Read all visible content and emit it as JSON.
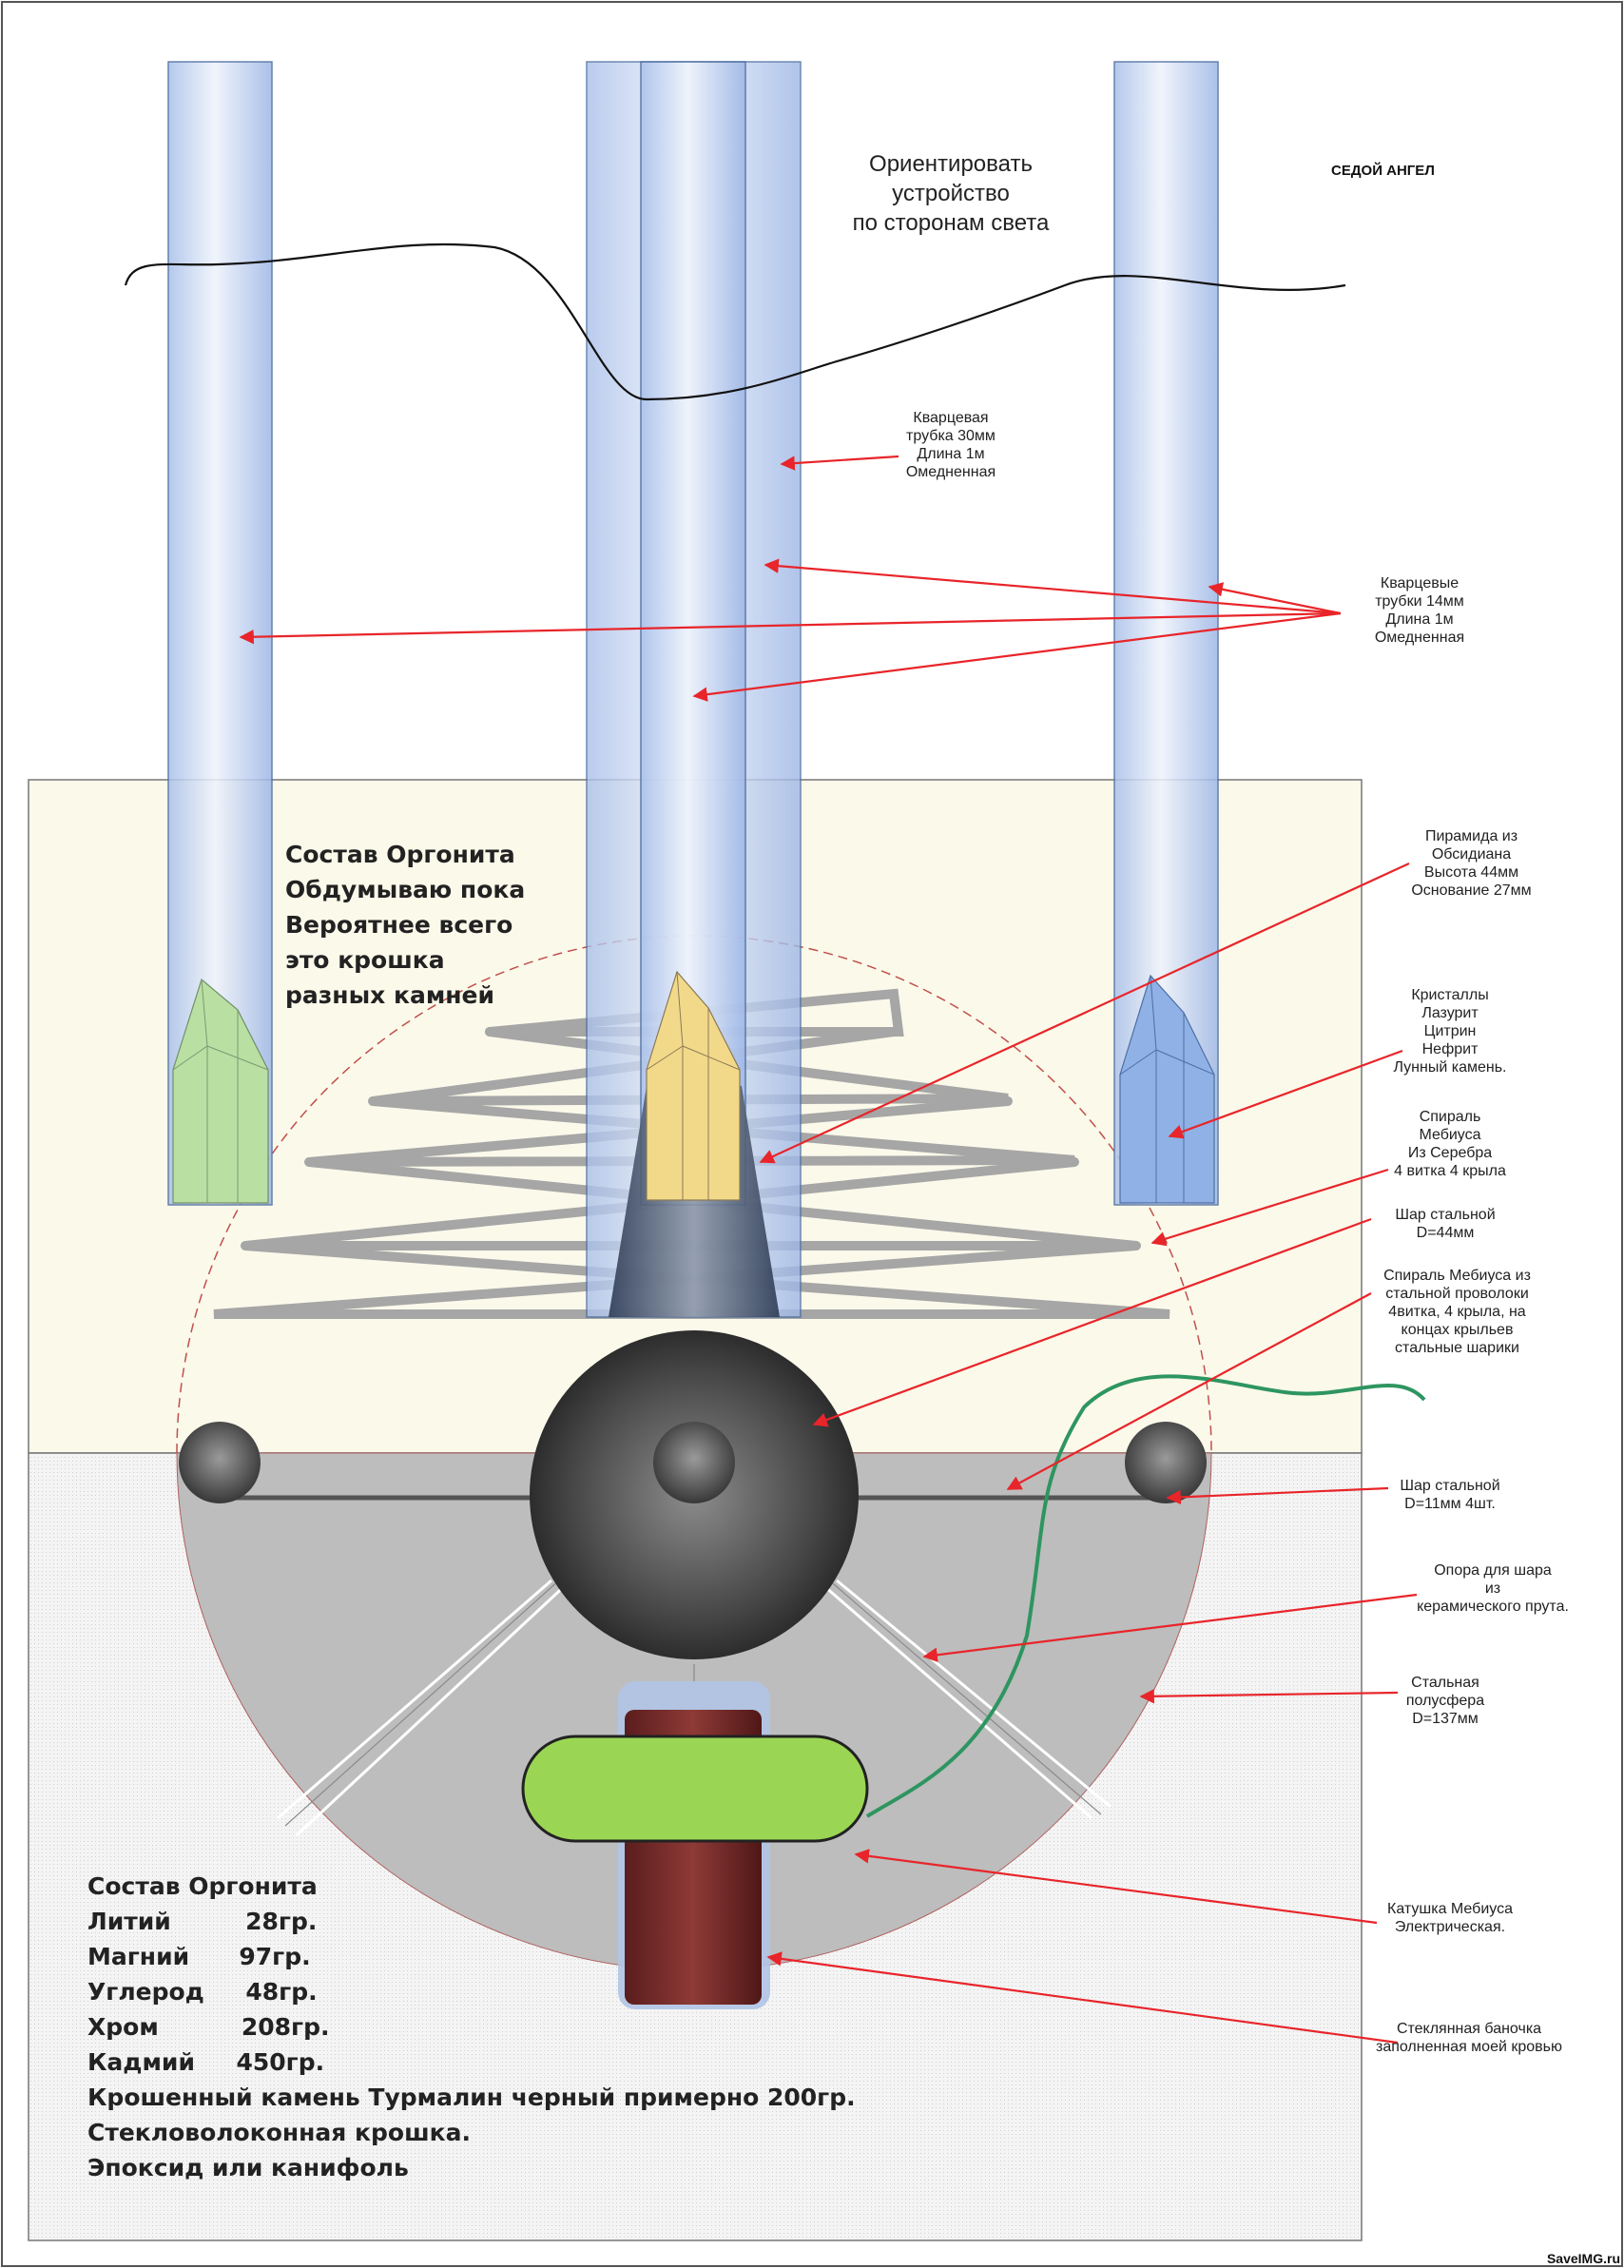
{
  "header": {
    "orientation_note": [
      "Ориентировать",
      "устройство",
      "по сторонам света"
    ],
    "author": "СЕДОЙ АНГЕЛ"
  },
  "labels": {
    "quartz_30": [
      "Кварцевая",
      "трубка 30мм",
      "Длина 1м",
      "Омедненная"
    ],
    "quartz_14": [
      "Кварцевые",
      "трубки 14мм",
      "Длина 1м",
      "Омедненная"
    ],
    "pyramid": [
      "Пирамида из",
      "Обсидиана",
      "Высота 44мм",
      "Основание 27мм"
    ],
    "crystals": [
      "Кристаллы",
      "Лазурит",
      "Цитрин",
      "Нефрит",
      "Лунный камень."
    ],
    "spiral_silver": [
      "Спираль",
      "Мебиуса",
      "Из Серебра",
      "4 витка 4 крыла"
    ],
    "ball_44": [
      "Шар стальной",
      "D=44мм"
    ],
    "spiral_steel": [
      "Спираль Мебиуса из",
      "стальной проволоки",
      "4витка, 4 крыла, на",
      "концах крыльев",
      "стальные шарики"
    ],
    "ball_11": [
      "Шар стальной",
      "D=11мм  4шт."
    ],
    "support": [
      "Опора для шара",
      "из",
      "керамического прута."
    ],
    "hemisphere": [
      "Стальная",
      "полусфера",
      "D=137мм"
    ],
    "coil": [
      "Катушка Мебиуса",
      "Электрическая."
    ],
    "jar": [
      "Стеклянная баночка",
      "заполненная моей кровью"
    ]
  },
  "note_upper": [
    "Состав Оргонита",
    "Обдумываю пока",
    "Вероятнее всего",
    "это крошка",
    "разных камней"
  ],
  "composition": {
    "title": "Состав Оргонита",
    "items": [
      "Литий         28гр.",
      "Магний      97гр.",
      "Углерод     48гр.",
      "Хром          208гр.",
      "Кадмий     450гр.",
      "Крошенный камень Турмалин черный примерно 200гр.",
      "Стекловолоконная крошка.",
      "Эпоксид или канифоль"
    ]
  },
  "watermark": "SaveIMG.ru",
  "colors": {
    "arrow": "#e8252a",
    "tube": "#b9cdee",
    "upper_block": "#fbf9ea",
    "lower_block": "#f2f2f2",
    "hemisphere": "#bdbdbd",
    "coil": "#9ad653",
    "jar": "#7a2b2b",
    "wire": "#2e9560",
    "spiral": "#a6a6a6"
  },
  "icons": [
    "quartz-tube",
    "crystal",
    "obsidian-pyramid",
    "steel-ball",
    "mobius-spiral",
    "coil",
    "blood-jar",
    "arrow"
  ]
}
